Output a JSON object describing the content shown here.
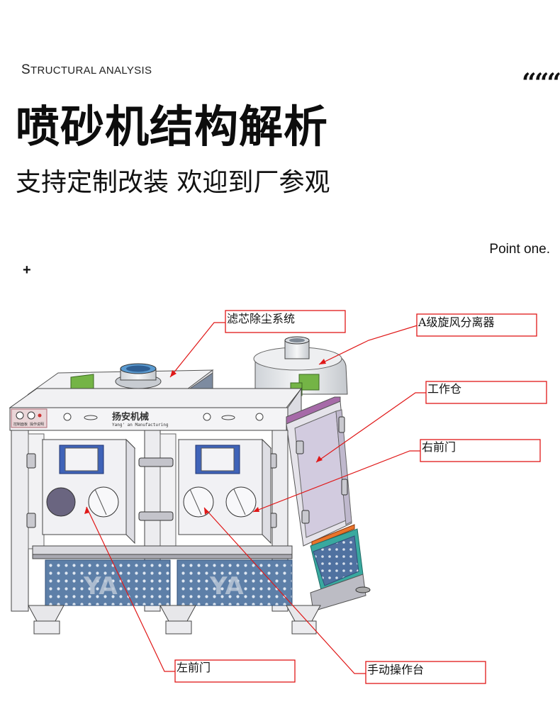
{
  "header": {
    "eyebrow_first": "S",
    "eyebrow_rest": "TRUCTURAL ANALYSIS",
    "quote_mark": "“““",
    "title": "喷砂机结构解析",
    "subtitle": "支持定制改装 欢迎到厂参观",
    "point": "Point one.",
    "plus": "+"
  },
  "diagram": {
    "brand_name": "扬安机械",
    "brand_sub": "Yang' an Manufacturing",
    "panel_text_left": "控制面板",
    "panel_text_right": "操作说明",
    "logo_mark": "YA",
    "labels": {
      "filter": "滤芯除尘系统",
      "cyclone": "A级旋风分离器",
      "chamber": "工作仓",
      "right_door": "右前门",
      "left_door": "左前门",
      "workbench": "手动操作台"
    },
    "colors": {
      "callout": "#e01818",
      "frame": "#e9e9ec",
      "mesh": "#5d7fa8",
      "accent_green": "#74b446",
      "accent_blue": "#3f63b8",
      "purple_door": "#cfc8dc",
      "teal": "#39a99f",
      "orange": "#e9742b"
    }
  }
}
